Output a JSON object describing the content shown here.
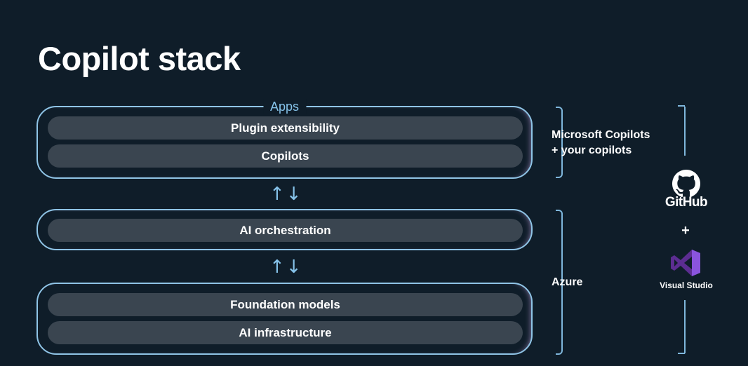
{
  "title": "Copilot stack",
  "apps": {
    "label": "Apps",
    "bars": [
      "Plugin extensibility",
      "Copilots"
    ]
  },
  "orchestration": {
    "bars": [
      "AI orchestration"
    ]
  },
  "foundation": {
    "bars": [
      "Foundation models",
      "AI infrastructure"
    ]
  },
  "arrows": "↑↓",
  "side": {
    "copilots_line1": "Microsoft Copilots",
    "copilots_line2": "+ your copilots",
    "azure": "Azure"
  },
  "tools": {
    "github": "GitHub",
    "plus": "+",
    "visual_studio": "Visual Studio"
  },
  "colors": {
    "background": "#0f1d29",
    "accent": "#86c3ea",
    "bar": "#3a4550",
    "vs_purple": "#7b3fd3"
  }
}
